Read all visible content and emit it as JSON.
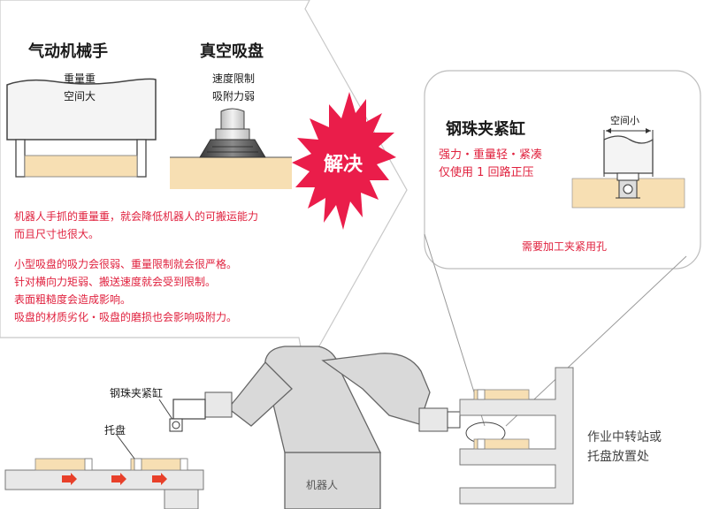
{
  "left_panel": {
    "gripper_title": "气动机械手",
    "gripper_note_1": "重量重",
    "gripper_note_2": "空间大",
    "vacuum_title": "真空吸盘",
    "vacuum_note_1": "速度限制",
    "vacuum_note_2": "吸附力弱",
    "problem_1_line_1": "机器人手抓的重量重，就会降低机器人的可搬运能力",
    "problem_1_line_2": "而且尺寸也很大。",
    "problem_2_line_1": "小型吸盘的吸力会很弱、重量限制就会很严格。",
    "problem_2_line_2": "针对横向力矩弱、搬送速度就会受到限制。",
    "problem_2_line_3": "表面粗糙度会造成影响。",
    "problem_2_line_4": "吸盘的材质劣化・吸盘的磨损也会影响吸附力。"
  },
  "center": {
    "burst_label": "解决"
  },
  "right_panel": {
    "title": "钢珠夹紧缸",
    "feature_line_1": "强力・重量轻・紧凑",
    "feature_line_2": "仅使用 1 回路正压",
    "space_label": "空间小",
    "requirement": "需要加工夹紧用孔"
  },
  "scene": {
    "clamp_label": "钢珠夹紧缸",
    "tray_label": "托盘",
    "robot_label": "机器人",
    "station_label_1": "作业中转站或",
    "station_label_2": "托盘放置处"
  },
  "colors": {
    "accent_red": "#e0213e",
    "burst_red": "#ea1d4a",
    "wood": "#f7dfb3",
    "robot_gray": "#d9d9d9",
    "line_gray": "#9a9a9a"
  }
}
